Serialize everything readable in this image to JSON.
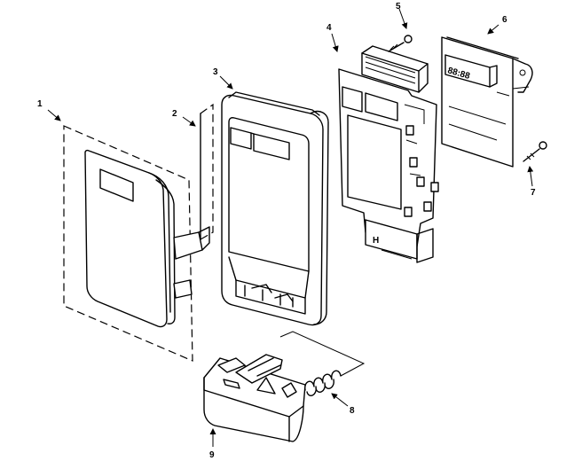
{
  "callouts": [
    {
      "id": "1",
      "label": "1"
    },
    {
      "id": "2",
      "label": "2"
    },
    {
      "id": "3",
      "label": "3"
    },
    {
      "id": "4",
      "label": "4"
    },
    {
      "id": "5",
      "label": "5"
    },
    {
      "id": "6",
      "label": "6"
    },
    {
      "id": "7",
      "label": "7"
    },
    {
      "id": "8",
      "label": "8"
    },
    {
      "id": "9",
      "label": "9"
    }
  ],
  "display": {
    "readout": "88:88"
  },
  "board_mark": "H"
}
